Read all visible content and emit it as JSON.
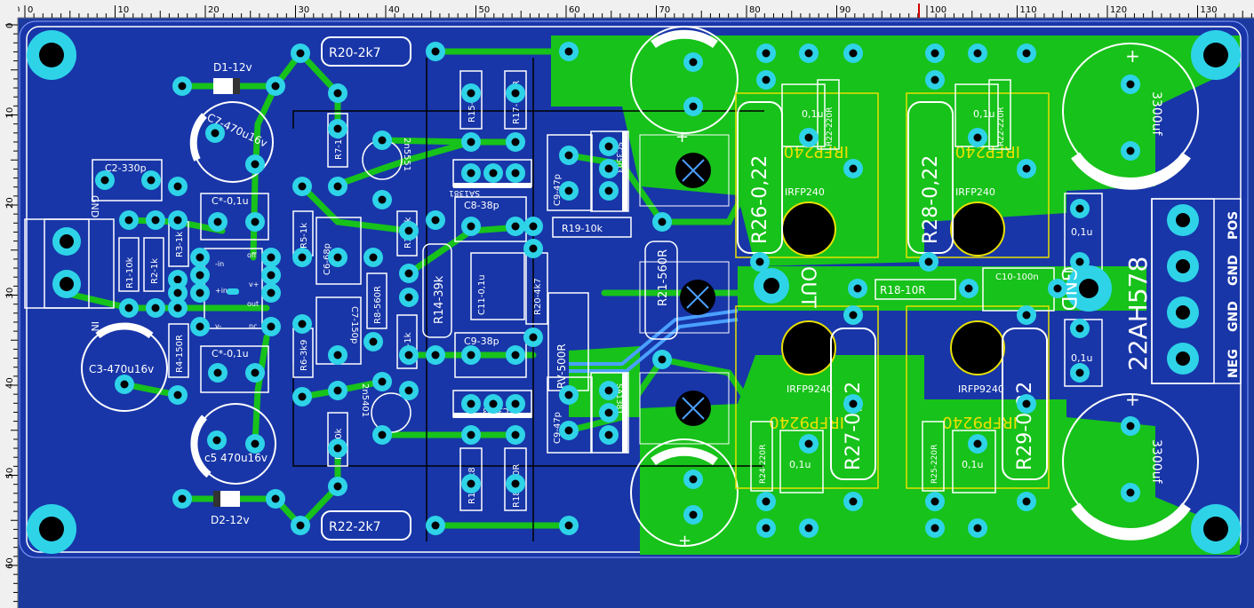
{
  "ruler": {
    "unit": "mm",
    "top_ticks": [
      "0",
      "10",
      "20",
      "30",
      "40",
      "50",
      "60",
      "70",
      "80",
      "90",
      "100",
      "110",
      "120",
      "130"
    ],
    "left_ticks": [
      "0",
      "10",
      "20",
      "30",
      "40",
      "50",
      "60"
    ]
  },
  "colors": {
    "board": "#1836a8",
    "copper_top": "#17c21a",
    "pad": "#2ed3e8",
    "silkscreen": "#ffffff",
    "silkscreen_alt": "#e8e000",
    "bottom_trace": "#4aa0ff"
  },
  "labels": {
    "r20": "R20-2k7",
    "r22": "R22-2k7",
    "d1": "D1-12v",
    "d2": "D2-12v",
    "c7": "C7-470u16v",
    "c5": "c5 470u16v",
    "c2": "C2-330p",
    "c3": "C3-470u16v",
    "gnd_in": "GND",
    "in": "IN",
    "c_top": "C*-0,1u",
    "c_bot": "C*-0,1u",
    "r1": "R1-10k",
    "r2": "R2-1k",
    "r3": "R3-1k",
    "r4": "R4-150R",
    "r5": "R5-1k",
    "r6": "R6-3k9",
    "r7": "R7-10k",
    "r8": "R8-560R",
    "r9": "R9-10k",
    "c6": "C6-68p",
    "c7b": "C7-150p",
    "q1": "2n5551",
    "q2": "2n5401",
    "r11": "R11-1k",
    "r12": "R12-1k",
    "r14": "R14-39k",
    "r15": "R15-6k8",
    "r16": "R16-6k8",
    "r17": "R17-150R",
    "r18b": "R18-150R",
    "sa1381": "SA1381",
    "sc3503": "SC3503",
    "c8": "C8-38p",
    "c9": "C9-38p",
    "c11": "C11-0,1u",
    "r20b": "R20-4k7",
    "rv": "RV-500R",
    "c947a": "C9-47p",
    "c947b": "C9-47p",
    "sc3503b": "SC3503",
    "sa1381b": "SA1381",
    "r19": "R19-10k",
    "r21": "R21-560R",
    "r26": "R26-0,22",
    "r27": "R27-0,22",
    "r28": "R28-0,22",
    "r29": "R29-0,22",
    "irfp240": "IRFP240",
    "irfp9240": "IRFP9240",
    "irfp240_silk": "IRFP240",
    "irfp9240_silk": "IRFP9240",
    "r22b": "R22-220R",
    "r23": "R22-220R",
    "r24": "R24-220R",
    "r25": "R25-220R",
    "cap01": "0,1u",
    "out": "OUT",
    "r18": "R18-10R",
    "c10": "C10-100n",
    "gnd_mid": "GND",
    "brand": "22AH578",
    "pos": "POS",
    "gnd1": "GND",
    "gnd2": "GND",
    "neg": "NEG",
    "c3300": "3300uf"
  }
}
